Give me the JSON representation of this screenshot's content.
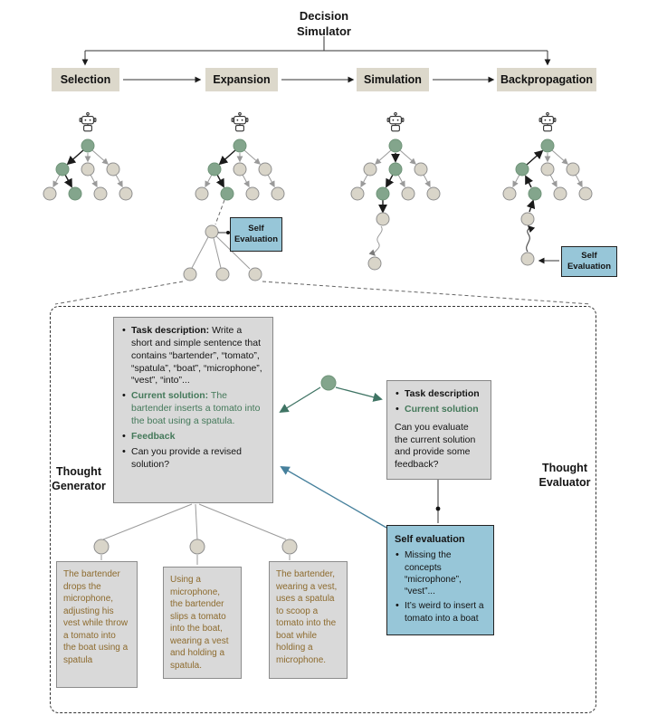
{
  "colors": {
    "phase_box_bg": "#dcd8cb",
    "node_green": "#83a58c",
    "node_gray": "#d9d5c9",
    "eval_blue": "#97c6d8",
    "panel_gray": "#d9d9d9",
    "green_text": "#44795a",
    "candidate_text": "#8d6b2e",
    "arrow_green": "#3f7464",
    "arrow_blue": "#46809c"
  },
  "title": "Decision Simulator",
  "phases": {
    "selection": "Selection",
    "expansion": "Expansion",
    "simulation": "Simulation",
    "backprop": "Backpropagation"
  },
  "expansion_detail": {
    "self_eval_label": "Self Evaluation"
  },
  "backprop_detail": {
    "self_eval_label": "Self Evaluation"
  },
  "detail": {
    "generator_label": "Thought Generator",
    "evaluator_label": "Thought Evaluator",
    "gen_box": {
      "task_title": "Task description:",
      "task_body": "Write a short and simple sentence that contains “bartender”, “tomato”, “spatula”, “boat”, “microphone”, “vest”, “into”...",
      "solution_title": "Current solution:",
      "solution_body": "The bartender inserts a tomato into the boat using a spatula.",
      "feedback_title": "Feedback",
      "question": "Can you provide a revised solution?"
    },
    "eval_box": {
      "task_title": "Task description",
      "solution_title": "Current solution",
      "question": "Can you evaluate the current solution and provide some feedback?"
    },
    "self_eval_box": {
      "title": "Self evaluation",
      "point1": "Missing the concepts “microphone”, “vest”...",
      "point2": "It’s weird to insert a tomato into a boat"
    },
    "candidates": {
      "c1": "The bartender drops the microphone, adjusting his vest while throw a tomato into the boat using a spatula",
      "c2": "Using a microphone, the bartender slips a tomato into the boat, wearing a vest and holding a spatula.",
      "c3": "The bartender, wearing a vest, uses a spatula to scoop a tomato into the boat while holding a microphone."
    }
  }
}
